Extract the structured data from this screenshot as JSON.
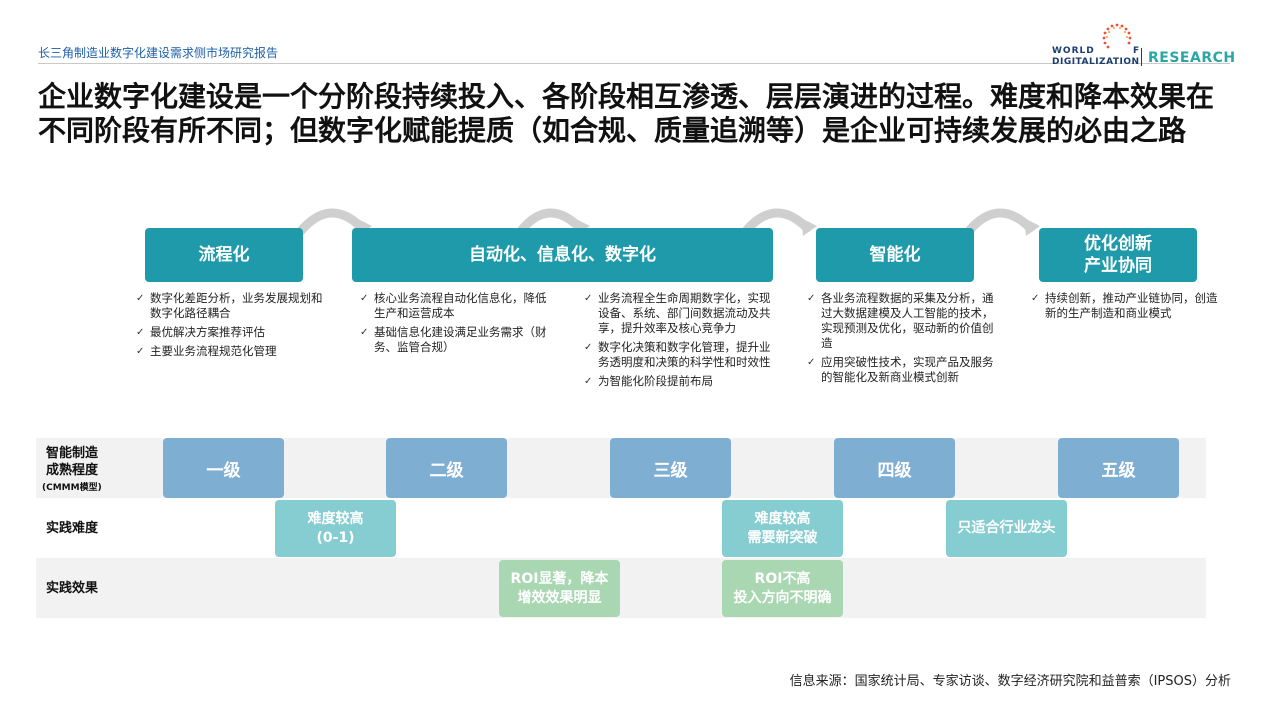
{
  "header": {
    "report_name": "长三角制造业数字化建设需求侧市场研究报告",
    "logo": {
      "line1": "WORLD",
      "line1_f": "F",
      "line2": "DIGITALIZATION",
      "brand": "RESEARCH"
    }
  },
  "headline": "企业数字化建设是一个分阶段持续投入、各阶段相互渗透、层层演进的过程。难度和降本效果在不同阶段有所不同；但数字化赋能提质（如合规、质量追溯等）是企业可持续发展的必由之路",
  "stages": [
    {
      "title": "流程化",
      "items": [
        "数字化差距分析，业务发展规划和数字化路径耦合",
        "最优解决方案推荐评估",
        "主要业务流程规范化管理"
      ]
    },
    {
      "title": "自动化、信息化、数字化",
      "items_left": [
        "核心业务流程自动化信息化，降低生产和运营成本",
        "基础信息化建设满足业务需求（财务、监管合规）"
      ],
      "items_right": [
        "业务流程全生命周期数字化，实现设备、系统、部门间数据流动及共享，提升效率及核心竞争力",
        "数字化决策和数字化管理，提升业务透明度和决策的科学性和时效性",
        "为智能化阶段提前布局"
      ]
    },
    {
      "title": "智能化",
      "items": [
        "各业务流程数据的采集及分析，通过大数据建模及人工智能的技术，实现预测及优化，驱动新的价值创造",
        "应用突破性技术，实现产品及服务的智能化及新商业模式创新"
      ]
    },
    {
      "title": "优化创新\n产业协同",
      "items": [
        "持续创新，推动产业链协同，创造新的生产制造和商业模式"
      ]
    }
  ],
  "matrix": {
    "row_maturity": {
      "label": "智能制造\n成熟程度",
      "sub": "(CMMM模型)"
    },
    "row_difficulty": "实践难度",
    "row_effect": "实践效果",
    "levels": [
      "一级",
      "二级",
      "三级",
      "四级",
      "五级"
    ],
    "difficulty": [
      "难度较高\n(0-1)",
      "难度较高\n需要新突破",
      "只适合行业龙头"
    ],
    "effect": [
      "ROI显著，降本\n增效效果明显",
      "ROI不高\n投入方向不明确"
    ]
  },
  "source": "信息来源：国家统计局、专家访谈、数字经济研究院和益普索（IPSOS）分析",
  "colors": {
    "stage": "#1f9aaa",
    "level": "#7faed3",
    "difficulty": "#85cdd1",
    "effect": "#a9d7b2",
    "row_bg": "#f2f2f2"
  }
}
